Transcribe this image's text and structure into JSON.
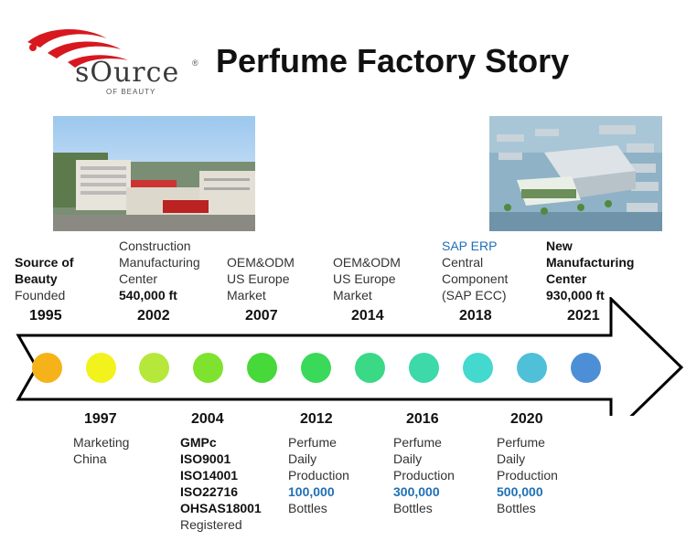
{
  "brand": {
    "logo_word": "sOurce",
    "logo_sub": "OF BEAUTY",
    "logo_reg": "®",
    "logo_swoosh_color": "#d7181f"
  },
  "title": "Perfume Factory Story",
  "colors": {
    "dots": [
      "#f5b319",
      "#f2f21d",
      "#b5e83a",
      "#7fe22e",
      "#47d83a",
      "#3ad95a",
      "#3ad985",
      "#3dd9a8",
      "#44d9cf",
      "#4fc0d8",
      "#4d8fd6"
    ],
    "accent_blue": "#1f6fb5"
  },
  "timeline_top": [
    {
      "year": "1995",
      "lines": [
        {
          "t": "Source of",
          "s": "b"
        },
        {
          "t": "Beauty",
          "s": "b"
        },
        {
          "t": "Founded",
          "s": ""
        }
      ]
    },
    {
      "year": "2002",
      "lines": [
        {
          "t": "Construction",
          "s": ""
        },
        {
          "t": "Manufacturing",
          "s": ""
        },
        {
          "t": "Center",
          "s": ""
        },
        {
          "t": "540,000 ft",
          "s": "b"
        }
      ]
    },
    {
      "year": "2007",
      "lines": [
        {
          "t": "OEM&ODM",
          "s": ""
        },
        {
          "t": "US Europe",
          "s": ""
        },
        {
          "t": "Market",
          "s": ""
        }
      ]
    },
    {
      "year": "2014",
      "lines": [
        {
          "t": "OEM&ODM",
          "s": ""
        },
        {
          "t": "US Europe",
          "s": ""
        },
        {
          "t": "Market",
          "s": ""
        }
      ]
    },
    {
      "year": "2018",
      "lines": [
        {
          "t": "SAP ERP",
          "s": "blue"
        },
        {
          "t": "Central",
          "s": ""
        },
        {
          "t": "Component",
          "s": ""
        },
        {
          "t": "(SAP ECC)",
          "s": ""
        }
      ]
    },
    {
      "year": "2021",
      "lines": [
        {
          "t": "New",
          "s": "b"
        },
        {
          "t": "Manufacturing",
          "s": "b"
        },
        {
          "t": "Center",
          "s": "b"
        },
        {
          "t": "930,000 ft",
          "s": "b"
        }
      ]
    }
  ],
  "timeline_bottom": [
    {
      "year": "1997",
      "lines": [
        {
          "t": "Marketing",
          "s": ""
        },
        {
          "t": "China",
          "s": ""
        }
      ]
    },
    {
      "year": "2004",
      "lines": [
        {
          "t": "GMPc",
          "s": "b"
        },
        {
          "t": "ISO9001",
          "s": "b"
        },
        {
          "t": "ISO14001",
          "s": "b"
        },
        {
          "t": "ISO22716",
          "s": "b"
        },
        {
          "t": "OHSAS18001",
          "s": "b"
        },
        {
          "t": "Registered",
          "s": ""
        }
      ]
    },
    {
      "year": "2012",
      "lines": [
        {
          "t": "Perfume",
          "s": ""
        },
        {
          "t": "Daily",
          "s": ""
        },
        {
          "t": "Production",
          "s": ""
        },
        {
          "t": "100,000",
          "s": "blue-b"
        },
        {
          "t": "Bottles",
          "s": ""
        }
      ]
    },
    {
      "year": "2016",
      "lines": [
        {
          "t": "Perfume",
          "s": ""
        },
        {
          "t": "Daily",
          "s": ""
        },
        {
          "t": "Production",
          "s": ""
        },
        {
          "t": "300,000",
          "s": "blue-b"
        },
        {
          "t": "Bottles",
          "s": ""
        }
      ]
    },
    {
      "year": "2020",
      "lines": [
        {
          "t": "Perfume",
          "s": ""
        },
        {
          "t": "Daily",
          "s": ""
        },
        {
          "t": "Production",
          "s": ""
        },
        {
          "t": "500,000",
          "s": "blue-b"
        },
        {
          "t": "Bottles",
          "s": ""
        }
      ]
    }
  ]
}
